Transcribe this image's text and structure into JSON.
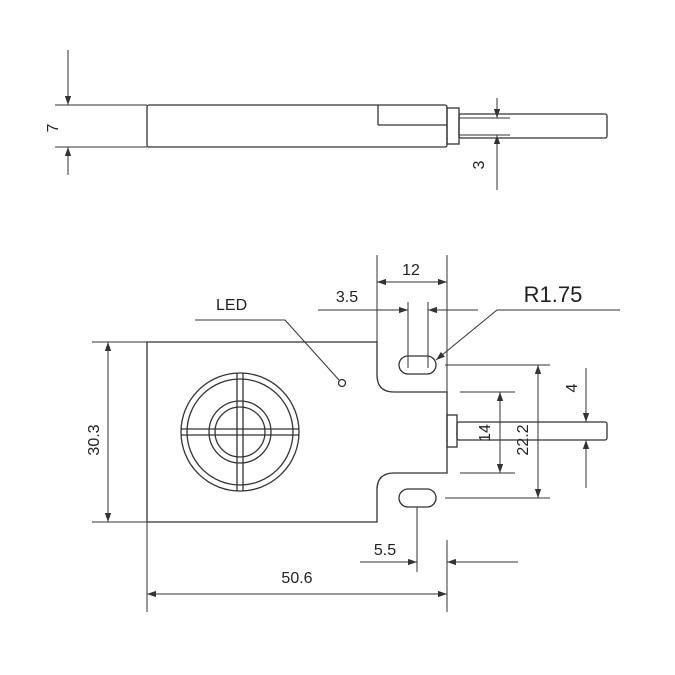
{
  "labels": {
    "dim_height_side": "7",
    "dim_cable_side": "3",
    "dim_hole_spacing": "12",
    "dim_hole_offset": "3.5",
    "dim_radius": "R1.75",
    "dim_cable_dia": "4",
    "dim_inner_14": "14",
    "dim_inner_22_2": "22.2",
    "dim_body_height": "30.3",
    "dim_bottom_5_5": "5.5",
    "dim_body_length": "50.6",
    "led_label": "LED"
  },
  "colors": {
    "line": "#333333",
    "background": "#ffffff"
  }
}
